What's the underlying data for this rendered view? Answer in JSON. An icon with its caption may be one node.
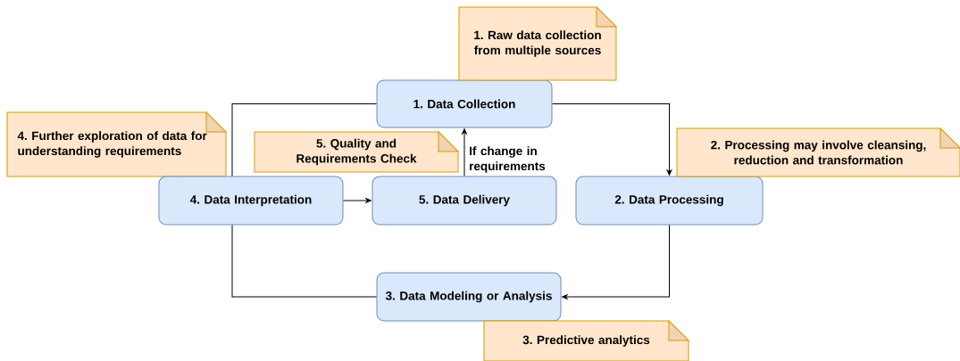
{
  "diagram": {
    "nodes": [
      {
        "text": [
          "1. Data Collection"
        ]
      },
      {
        "text": [
          "1. Raw data collection from multiple sources"
        ]
      },
      {
        "text": [
          "4. Further exploration of data for understanding requirements"
        ]
      },
      {
        "text": [
          "4. Data Interpretation"
        ]
      },
      {
        "text": [
          "5. Quality and Requirements Check"
        ]
      },
      {
        "text": [
          "5. Data Delivery"
        ]
      },
      {
        "text": [
          "2. Data Processing"
        ]
      },
      {
        "text": [
          "2. Processing may involve cleansing, reduction and transformation"
        ]
      },
      {
        "text": [
          "3. Data Modeling or Analysis"
        ]
      },
      {
        "text": [
          "3. Predictive analytics"
        ]
      }
    ],
    "edges": [
      {
        "from": 0,
        "to": 6,
        "arrow": "to"
      },
      {
        "from": 6,
        "to": 8,
        "arrow": "to"
      },
      {
        "from": 8,
        "to": 3,
        "arrow": "none"
      },
      {
        "from": 3,
        "to": 0,
        "arrow": "none"
      },
      {
        "from": 3,
        "to": 5,
        "arrow": "to"
      },
      {
        "from": 5,
        "to": 0,
        "arrow": "to",
        "label": "If change in requirements"
      }
    ]
  }
}
